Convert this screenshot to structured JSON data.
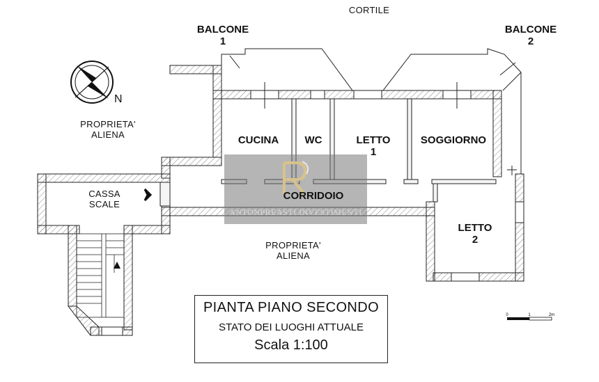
{
  "labels": {
    "cortile": "CORTILE",
    "balcone1": "BALCONE\n1",
    "balcone2": "BALCONE\n2",
    "north": "N",
    "proprieta_aliena_top": "PROPRIETA'\nALIENA",
    "proprieta_aliena_bottom": "PROPRIETA'\nALIENA",
    "cassa_scale": "CASSA\nSCALE"
  },
  "rooms": {
    "cucina": "CUCINA",
    "wc": "WC",
    "letto1": "LETTO\n1",
    "soggiorno": "SOGGIORNO",
    "corridoio": "CORRIDOIO",
    "letto2": "LETTO\n2"
  },
  "title_block": {
    "line1": "PIANTA PIANO SECONDO",
    "line2": "STATO DEI LUOGHI ATTUALE",
    "line3": "Scala 1:100"
  },
  "scale_bar": {
    "tick0": "0",
    "tick1": "1",
    "tick2": "2m"
  },
  "watermark": {
    "text": "ANTONPREASTI INVESTIMENTI"
  },
  "colors": {
    "wall": "#222222",
    "hatch": "#555555",
    "wall_fill": "#f4f4f4"
  }
}
